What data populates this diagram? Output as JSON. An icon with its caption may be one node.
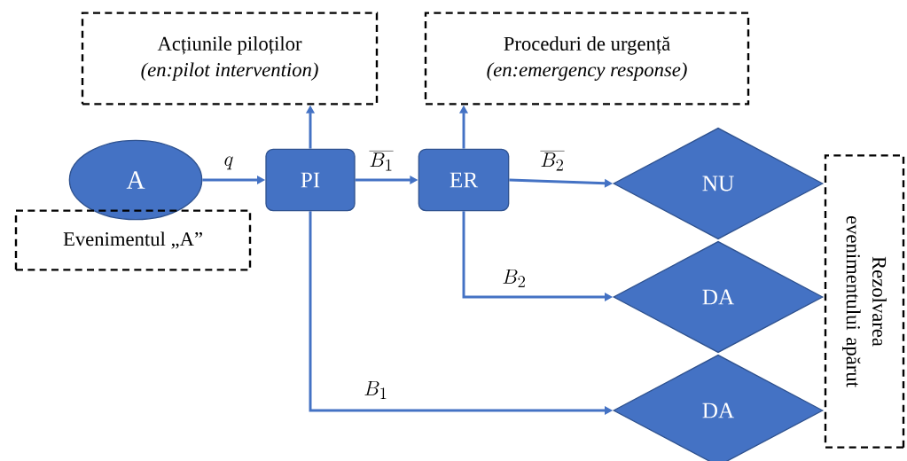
{
  "diagram": {
    "nodes": [
      {
        "text": [
          "Acțiunile piloților",
          "(en:pilot intervention)"
        ]
      },
      {
        "text": [
          "Proceduri de urgență",
          "(en:emergency response)"
        ]
      },
      {
        "text": [
          "A"
        ]
      },
      {
        "text": [
          "PI"
        ]
      },
      {
        "text": [
          "ER"
        ]
      },
      {
        "text": [
          "NU"
        ]
      },
      {
        "text": [
          "Evenimentul „A”"
        ]
      },
      {
        "text": [
          "DA"
        ]
      },
      {
        "text": [
          "DA"
        ]
      },
      {
        "text": [
          "Rezolvarea evenimentului apărut"
        ]
      }
    ],
    "edges": [
      {
        "from": 2,
        "to": 3,
        "arrow": "to",
        "label": "q"
      },
      {
        "from": 3,
        "to": 4,
        "arrow": "to",
        "label": "\\overline{B_1}"
      },
      {
        "from": 4,
        "to": 5,
        "arrow": "to",
        "label": "\\overline{B_2}"
      },
      {
        "from": 3,
        "to": 0,
        "arrow": "to"
      },
      {
        "from": 4,
        "to": 1,
        "arrow": "to"
      },
      {
        "from": 4,
        "to": 7,
        "arrow": "to",
        "label": "B_2"
      },
      {
        "from": 3,
        "to": 8,
        "arrow": "to",
        "label": "B_1"
      }
    ]
  }
}
